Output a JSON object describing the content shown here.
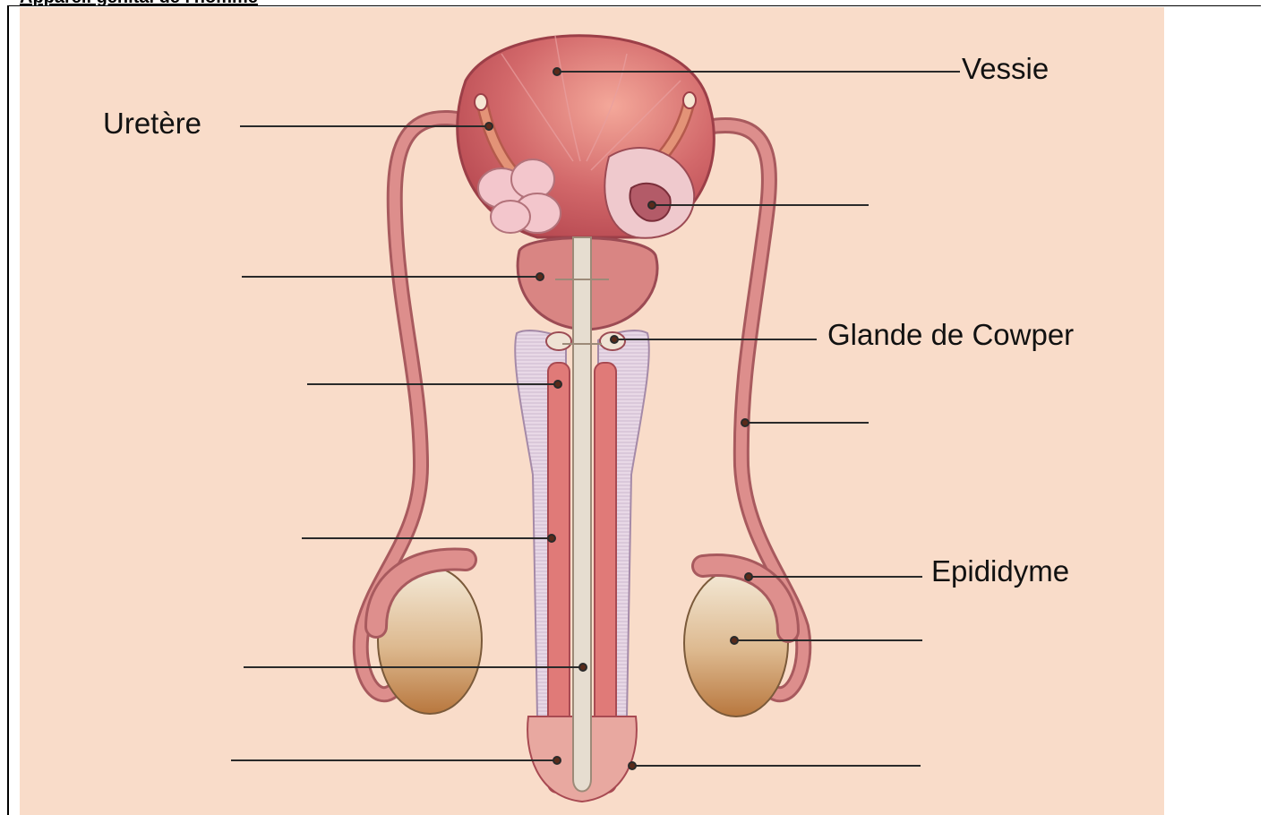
{
  "heading": "Appareil génital de l'homme",
  "labels": {
    "vessie": "Vessie",
    "uretere": "Uretère",
    "glande_cowper": "Glande de Cowper",
    "epididyme": "Epididyme"
  },
  "colors": {
    "background": "#f9dcc9",
    "bladder": "#c95a5e",
    "duct": "#d98583",
    "testis": "#d9b68c",
    "erectile": "#e6d6e4",
    "urethra": "#e4dcd0"
  }
}
